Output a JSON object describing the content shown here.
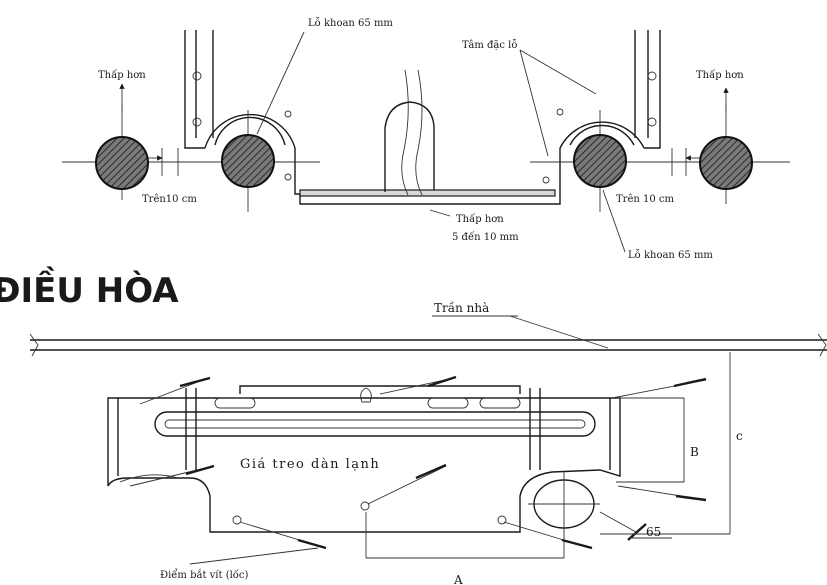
{
  "top_view": {
    "labels": {
      "drill_hole_top": "Lỗ khoan 65 mm",
      "hole_center": "Tâm đặc lỗ",
      "lower_left": "Thấp hơn",
      "lower_right": "Thấp hơn",
      "above_left": "Trên10 cm",
      "above_right": "Trên 10 cm",
      "lower_range_line1": "Thấp hơn",
      "lower_range_line2": "5 đến 10 mm",
      "drill_hole_bottom": "Lỗ khoan 65 mm"
    }
  },
  "partial_heading": "ĐIỀU HÒA",
  "bottom_view": {
    "labels": {
      "ceiling": "Trần nhà",
      "bracket": "Giá treo dàn lạnh",
      "dimension_b": "B",
      "dimension_c": "c",
      "dimension_a": "A",
      "diameter": "65",
      "screw_point": "Điểm bắt vít (lốc)"
    }
  }
}
